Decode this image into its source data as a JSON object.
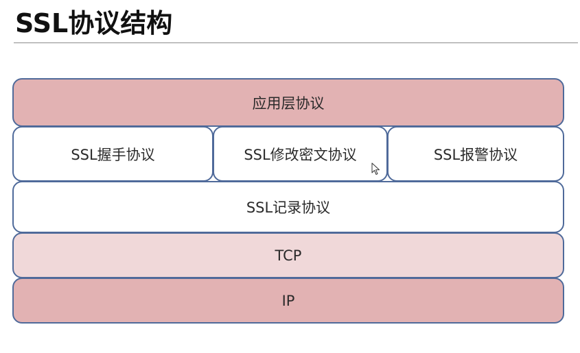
{
  "title": "SSL协议结构",
  "layers": {
    "application": {
      "label": "应用层协议",
      "fill": "#e2b2b3"
    },
    "handshake": {
      "label": "SSL握手协议",
      "fill": "#ffffff"
    },
    "change_cipher_spec": {
      "label": "SSL修改密文协议",
      "fill": "#ffffff"
    },
    "alert": {
      "label": "SSL报警协议",
      "fill": "#ffffff"
    },
    "record": {
      "label": "SSL记录协议",
      "fill": "#ffffff"
    },
    "tcp": {
      "label": "TCP",
      "fill": "#f0d8d9"
    },
    "ip": {
      "label": "IP",
      "fill": "#e2b2b3"
    }
  },
  "colors": {
    "border": "#4f6a9a",
    "text": "#2a2a2a",
    "title_rule": "#8a8a8a"
  },
  "icons": {
    "cursor": "mouse-pointer-icon"
  }
}
